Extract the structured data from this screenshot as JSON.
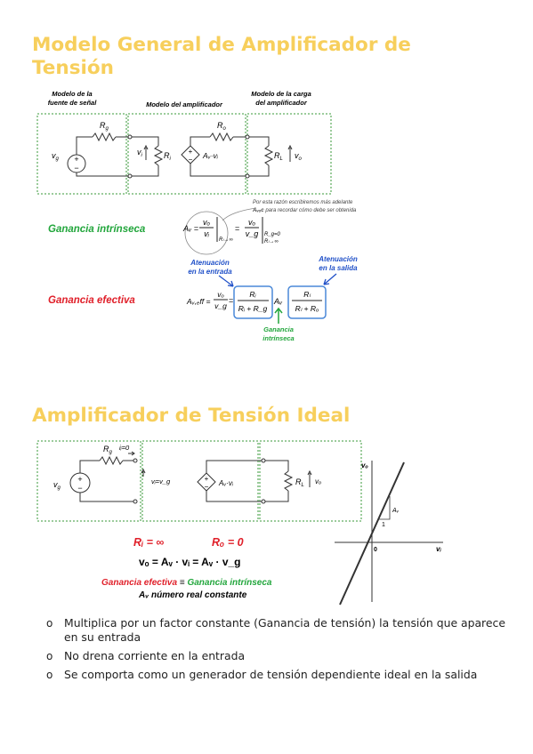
{
  "section1": {
    "title_line1": "Modelo General de Amplificador de",
    "title_line2": "Tensión",
    "labels": {
      "fuente_l1": "Modelo de la",
      "fuente_l2": "fuente de señal",
      "amplificador": "Modelo del amplificador",
      "carga_l1": "Modelo de la carga",
      "carga_l2": "del amplificador",
      "Rg": "R",
      "Rg_sub": "g",
      "Ro": "R",
      "Ro_sub": "o",
      "vg": "v",
      "vg_sub": "g",
      "vi": "v",
      "vi_sub": "i",
      "Ri": "R",
      "Ri_sub": "i",
      "Av_vi": "Aᵥ·vᵢ",
      "RL": "R",
      "RL_sub": "L",
      "vo": "v",
      "vo_sub": "o"
    },
    "note_l1": "Por esta razón escribiremos más adelante",
    "note_l2": "para recordar cómo debe ser obtenida",
    "note_avoc": "Aᵥₒc",
    "ganancia_intrinseca": "Ganancia intrínseca",
    "ganancia_efectiva": "Ganancia efectiva",
    "atenuacion_entrada_l1": "Atenuación",
    "atenuacion_entrada_l2": "en la entrada",
    "atenuacion_salida_l1": "Atenuación",
    "atenuacion_salida_l2": "en la salida",
    "gi_label_l1": "Ganancia",
    "gi_label_l2": "intrínseca",
    "eq1": {
      "Av": "Aᵥ =",
      "frac1_num": "vₒ",
      "frac1_den": "vᵢ",
      "cond1": "Rₗ→∞",
      "eq": "=",
      "frac2_num": "vₒ",
      "frac2_den": "v_g",
      "cond2a": "R_g=0",
      "cond2b": "Rₗ→∞"
    },
    "eq2": {
      "Aveff": "Aᵥ,ₑff =",
      "frac_num": "vₒ",
      "frac_den": "v_g",
      "eq": "=",
      "ri_num": "Rᵢ",
      "ri_den": "Rᵢ + R_g",
      "Av": "Aᵥ",
      "rl_num": "Rₗ",
      "rl_den": "Rₗ + Rₒ"
    }
  },
  "section2": {
    "title": "Amplificador de Tensión Ideal",
    "labels": {
      "Rg": "R",
      "Rg_sub": "g",
      "ii0": "iᵢ=0",
      "vg": "v",
      "vg_sub": "g",
      "vi_eq": "vᵢ=v_g",
      "Av_vi": "Aᵥ·vᵢ",
      "RL": "R",
      "RL_sub": "L",
      "vo": "vₒ"
    },
    "ri_inf": "Rᵢ = ∞",
    "ro_zero": "Rₒ = 0",
    "eq_vo": "vₒ = Aᵥ · vᵢ = Aᵥ · v_g",
    "ganancia_efectiva": "Ganancia efectiva",
    "equiv": "≡",
    "ganancia_intrinseca": "Ganancia intrínseca",
    "av_const": "Aᵥ número real constante",
    "graph": {
      "y_label": "vₒ",
      "x_label": "vᵢ",
      "origin": "0",
      "slope_label": "Aᵥ",
      "one": "1"
    }
  },
  "bullets": [
    "Multiplica por un factor constante (Ganancia de tensión) la tensión que aparece en su entrada",
    "No drena corriente en la entrada",
    "Se comporta como un generador de tensión dependiente ideal en la salida"
  ],
  "bullet_marker": "o",
  "colors": {
    "title": "#f7cf5c",
    "green_dashed": "#3a9a3a",
    "gain_green": "#22a63c",
    "gain_red": "#e0202a",
    "atten_blue": "#2050c8",
    "box_blue": "#4a88d8"
  }
}
